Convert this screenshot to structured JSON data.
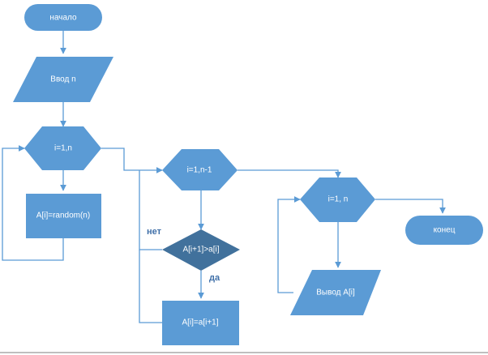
{
  "flowchart": {
    "nodes": {
      "start": "начало",
      "input": "Ввод n",
      "loop1": "i=1,n",
      "assign_random": "A[i]=random(n)",
      "loop2": "i=1,n-1",
      "compare": "A[i+1]>a[i]",
      "assign_swap": "A[i]=a[i+1]",
      "loop3": "i=1, n",
      "output": "Вывод A[i]",
      "end": "конец"
    },
    "edge_labels": {
      "no": "нет",
      "yes": "да"
    }
  },
  "colors": {
    "shape_fill": "#5b9bd5",
    "decision_dark": "#41719c",
    "edge": "#5b9bd5",
    "label_text": "#3f6fa8"
  }
}
